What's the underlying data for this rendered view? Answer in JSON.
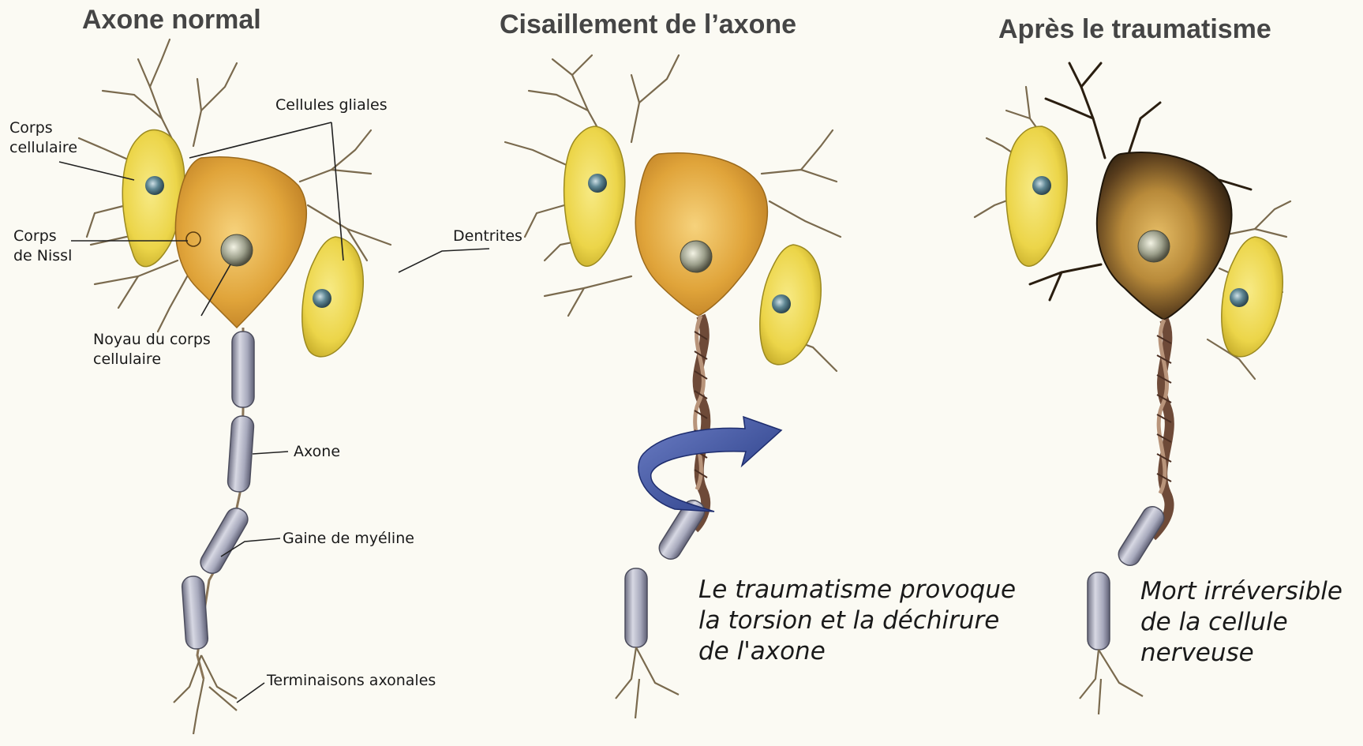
{
  "titles": {
    "normal": "Axone normal",
    "shear": "Cisaillement de l’axone",
    "after": "Après le traumatisme"
  },
  "labels": {
    "corps_cellulaire": [
      "Corps",
      "cellulaire"
    ],
    "cellules_gliales": "Cellules gliales",
    "corps_de_nissl": [
      "Corps",
      "de Nissl"
    ],
    "dentrites": "Dentrites",
    "noyau": [
      "Noyau du corps",
      "cellulaire"
    ],
    "axone": "Axone",
    "gaine": "Gaine de myéline",
    "terminaisons": "Terminaisons axonales"
  },
  "captions": {
    "shear": [
      "Le traumatisme provoque",
      "la torsion et la déchirure",
      "de l'axone"
    ],
    "after": [
      "Mort irréversible",
      "de la cellule",
      "nerveuse"
    ]
  },
  "colors": {
    "background": "#fbfaf3",
    "neuron_body": "#e0a43a",
    "neuron_damaged": "#6b4a22",
    "glial_cell": "#ecd549",
    "myelin": "#a7a9bc",
    "torsion_arrow": "#3a4f9e",
    "dendrite": "#6e5e45"
  }
}
